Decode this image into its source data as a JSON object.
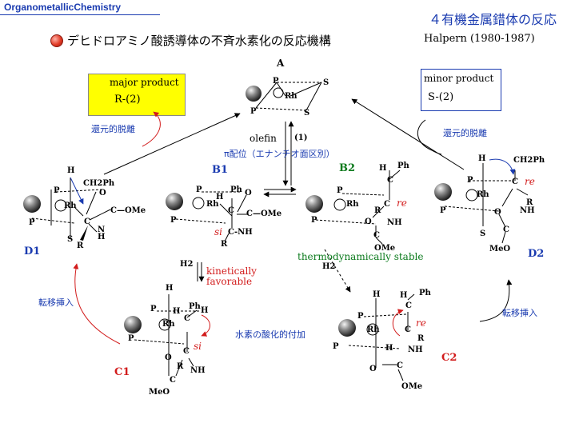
{
  "header": {
    "brand": "OrganometallicChemistry",
    "topic": "４有機金属錯体の反応"
  },
  "title": "デヒドロアミノ酸誘導体の不斉水素化の反応機構",
  "citation": "Halpern (1980-1987)",
  "major_box": {
    "label": "major product",
    "value": "R-(2)"
  },
  "minor_box": {
    "label": "minor product",
    "value": "S-(2)"
  },
  "species": {
    "A": "A",
    "B1": "B1",
    "B2": "B2",
    "C1": "C1",
    "C2": "C2",
    "D1": "D1",
    "D2": "D2"
  },
  "annotations": {
    "olefin": "olefin",
    "step1": "(1)",
    "pi_coord": "π配位（エナンチオ面区別）",
    "reductive_elim_left": "還元的脱離",
    "reductive_elim_right": "還元的脱離",
    "insertion_left": "転移挿入",
    "insertion_right": "転移挿入",
    "kinetic": "kinetically favorable",
    "thermo": "thermodynamically stable",
    "oxidative_add": "水素の酸化的付加",
    "h2_left": "H2",
    "h2_right": "H2"
  },
  "atoms": {
    "P": "P",
    "S": "S",
    "Rh": "Rh",
    "H": "H",
    "C": "C",
    "O": "O",
    "N": "N",
    "R": "R",
    "NH": "NH",
    "Ph": "Ph",
    "CH2Ph": "CH2Ph",
    "OMe": "OMe",
    "MeO": "MeO",
    "C_OMe": "C—OMe",
    "C_NH": "C-NH",
    "re": "re",
    "si": "si"
  },
  "colors": {
    "accent_blue": "#1a3bb0",
    "red": "#d21c1c",
    "green": "#0b7a1c",
    "yellow": "#ffff00"
  }
}
